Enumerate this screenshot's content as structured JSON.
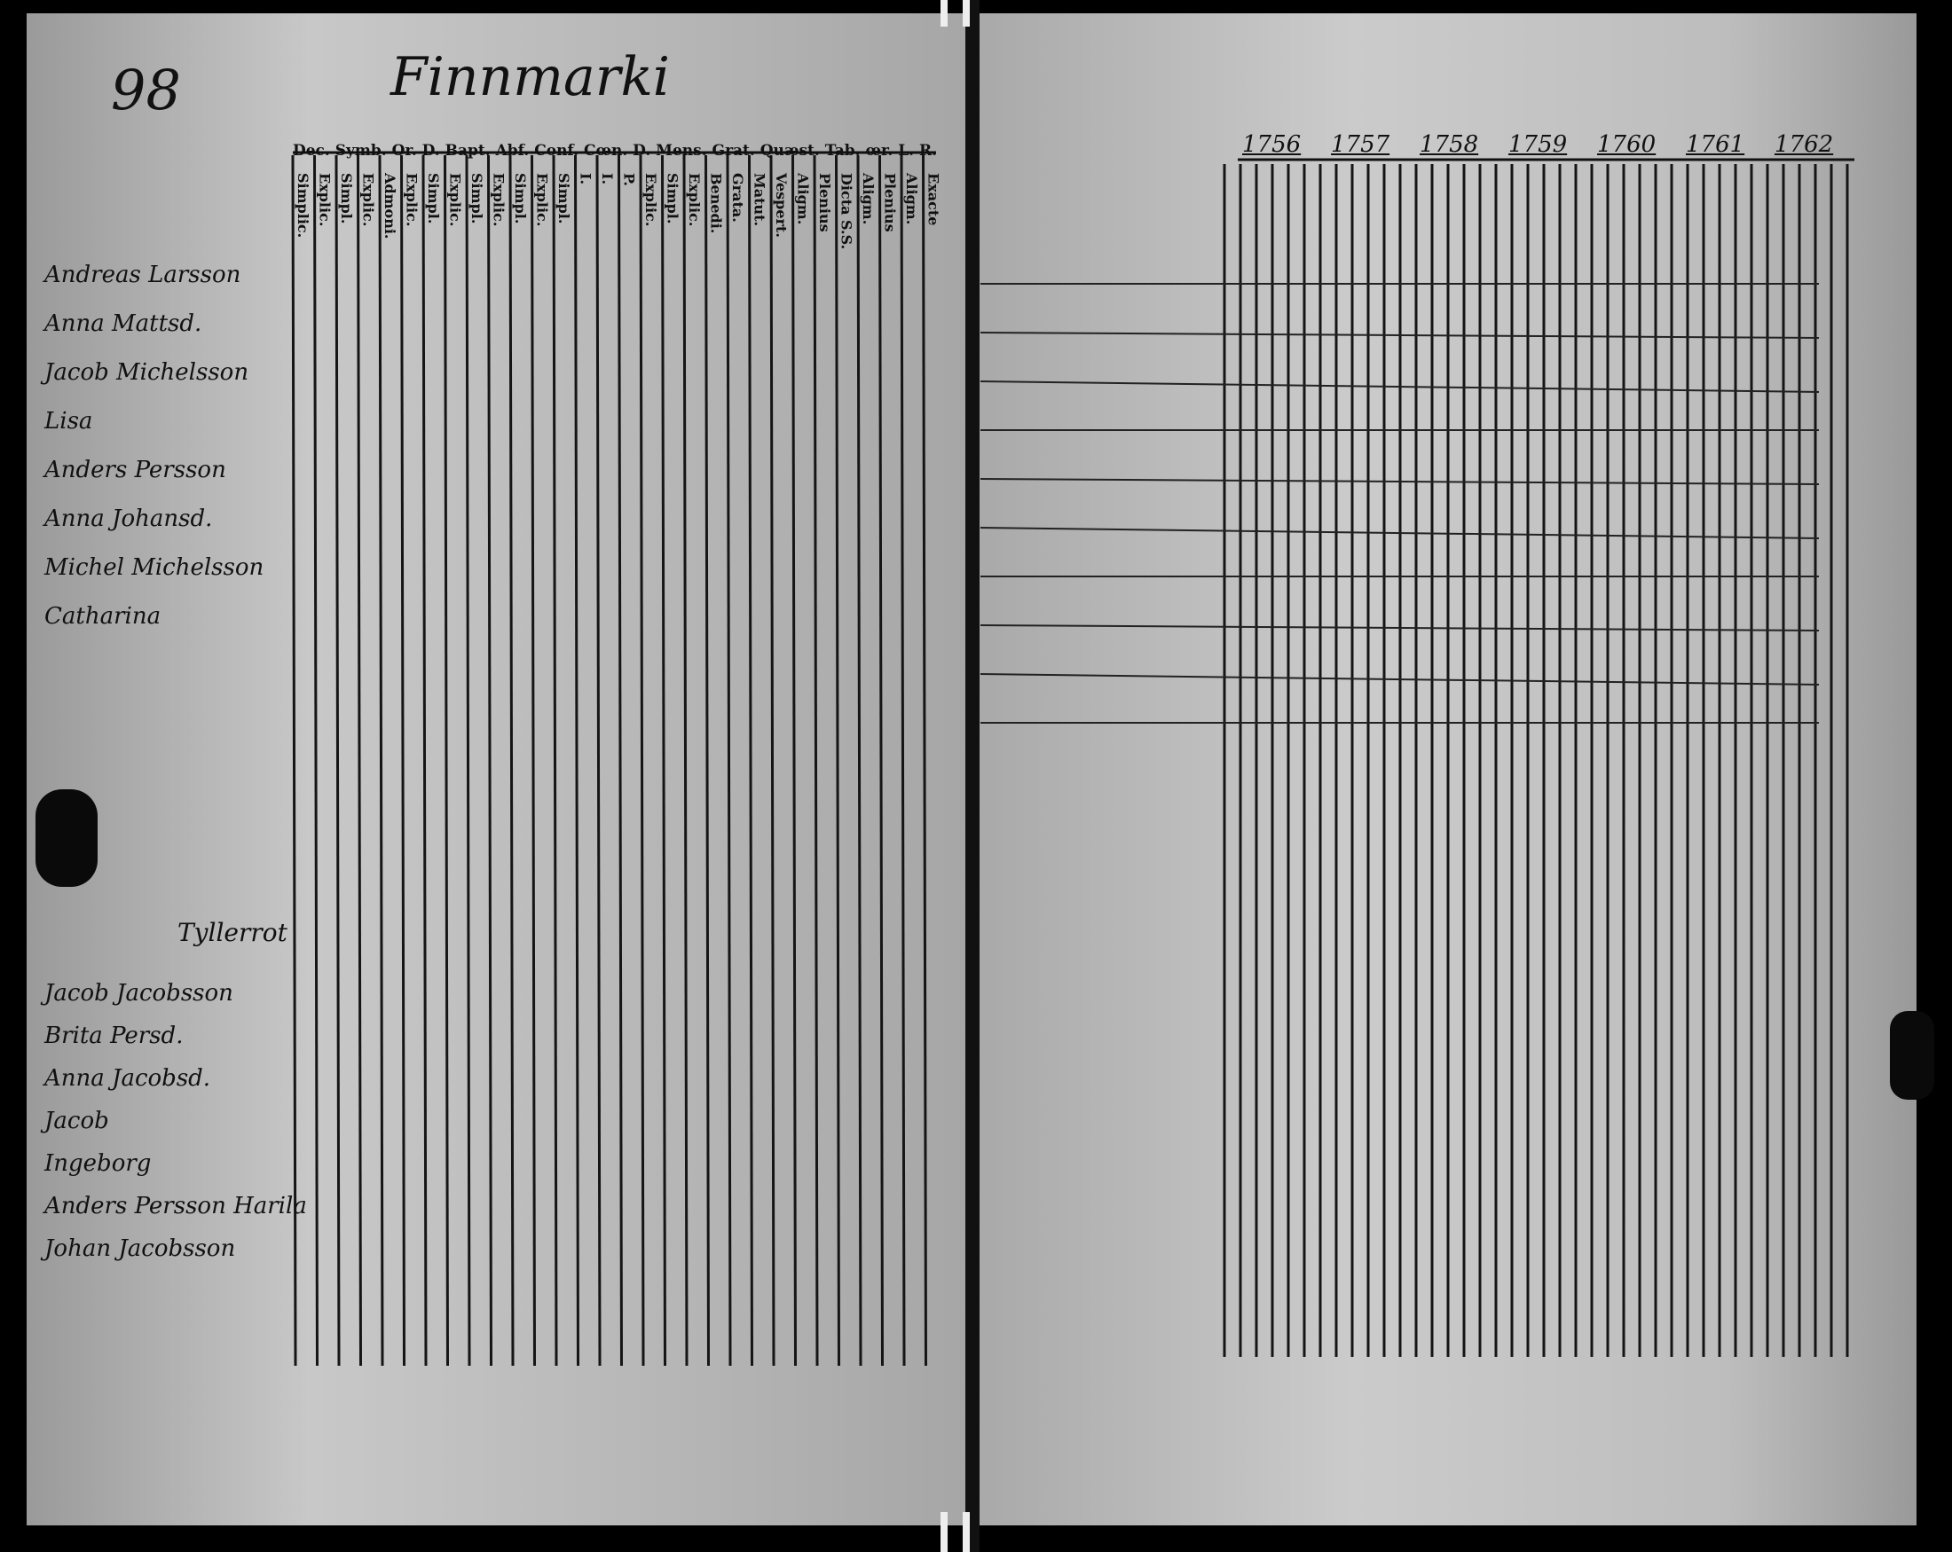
{
  "page_number": "98",
  "parish_heading": "Finnmarki",
  "printed_header": "Dec. Symb. Or. D. Bapt. Abf. Conf. Cœn. D. Mens. Grat. Quæst. Tab. œr. L. R.",
  "sub_headers": [
    "Simplic.",
    "Explic.",
    "Simpl.",
    "Explic.",
    "Admoni.",
    "Explic.",
    "Simpl.",
    "Explic.",
    "Simpl.",
    "Explic.",
    "Simpl.",
    "Explic.",
    "Simpl.",
    "I.",
    "I.",
    "P.",
    "Explic.",
    "Simpl.",
    "Explic.",
    "Benedi.",
    "Grata.",
    "Matut.",
    "Vespert.",
    "Aligm.",
    "Plenius",
    "Dicta S.S.",
    "Aligm.",
    "Plenius",
    "Aligm.",
    "Exacte"
  ],
  "years": [
    "1756",
    "1757",
    "1758",
    "1759",
    "1760",
    "1761",
    "1762"
  ],
  "entries_upper": [
    "Andreas Larsson",
    "Anna Mattsd.",
    "Jacob Michelsson",
    "Lisa",
    "Anders Persson",
    "Anna Johansd.",
    "Michel Michelsson",
    "Catharina"
  ],
  "section_label": "Tyllerrot",
  "entries_lower": [
    "Jacob Jacobsson",
    "Brita Persd.",
    "Anna Jacobsd.",
    "Jacob",
    "Ingeborg",
    "Anders Persson Harila",
    "Johan Jacobsson"
  ]
}
